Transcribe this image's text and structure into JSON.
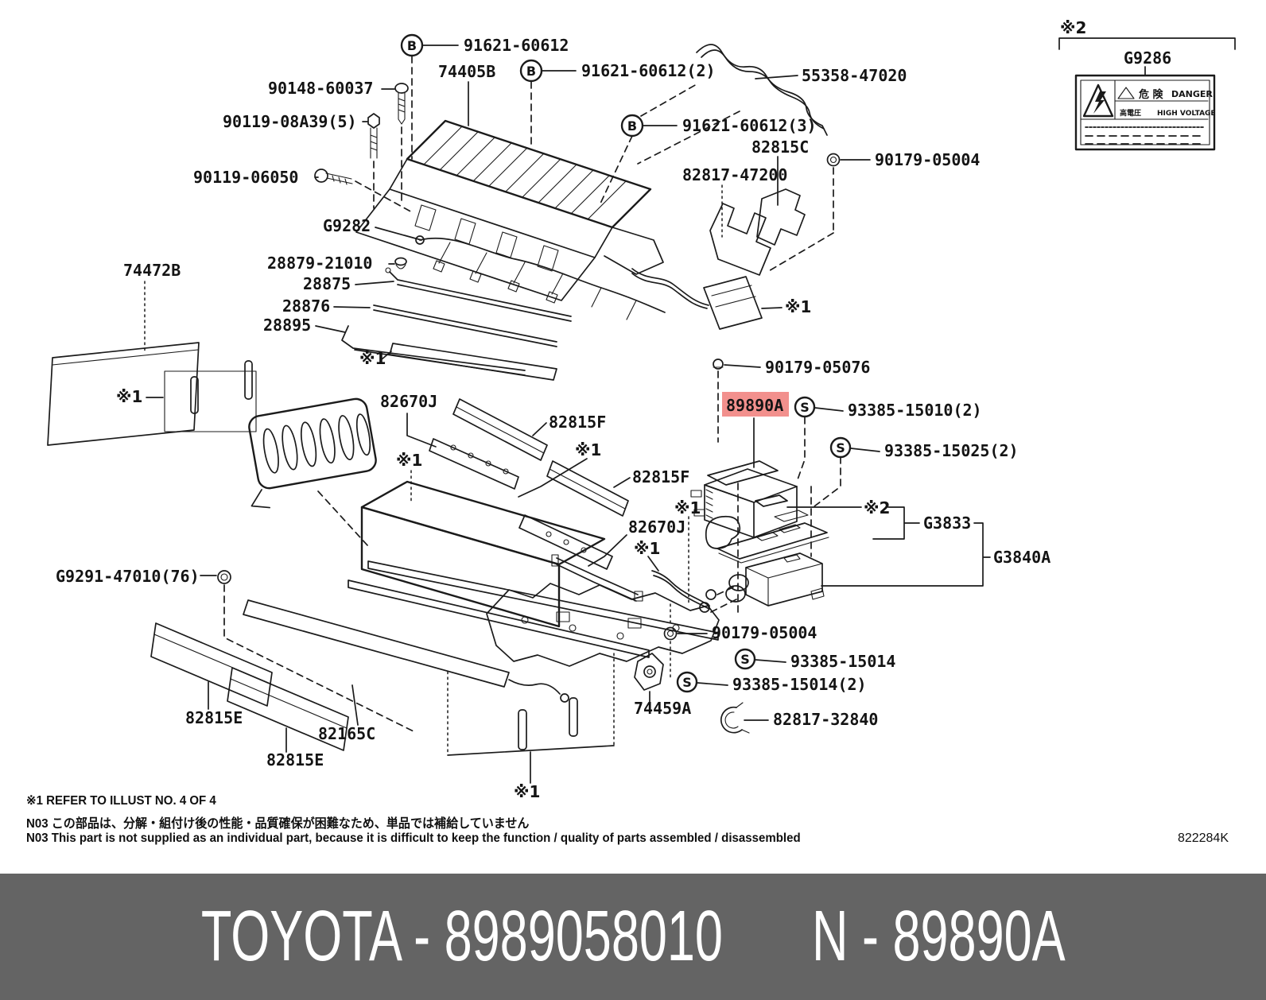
{
  "diagram": {
    "labels": {
      "part_91621_60612": "91621-60612",
      "part_74405b": "74405B",
      "part_91621_60612_2": "91621-60612(2)",
      "part_90148_60037": "90148-60037",
      "part_90119_08a39": "90119-08A39(5)",
      "part_91621_60612_3": "91621-60612(3)",
      "part_90119_06050": "90119-06050",
      "part_55358_47020": "55358-47020",
      "part_82815c": "82815C",
      "part_82817_47200": "82817-47200",
      "part_90179_05004_top": "90179-05004",
      "part_g9286": "G9286",
      "part_g9282": "G9282",
      "part_28879_21010": "28879-21010",
      "part_28875": "28875",
      "part_28876": "28876",
      "part_28895": "28895",
      "part_74472b": "74472B",
      "part_82670j_upper": "82670J",
      "part_82815f_upper": "82815F",
      "part_82815f_lower": "82815F",
      "part_82670j_lower": "82670J",
      "part_90179_05076": "90179-05076",
      "part_89890a": "89890A",
      "part_93385_15010": "93385-15010(2)",
      "part_93385_15025": "93385-15025(2)",
      "part_g3833": "G3833",
      "part_g3840a": "G3840A",
      "part_g9291_47010": "G9291-47010(76)",
      "part_82815e_upper": "82815E",
      "part_82815e_lower": "82815E",
      "part_82165c": "82165C",
      "part_90179_05004_bottom": "90179-05004",
      "part_93385_15014": "93385-15014",
      "part_93385_15014_2": "93385-15014(2)",
      "part_74459a": "74459A",
      "part_82817_32840": "82817-32840"
    },
    "markers": {
      "ref1": "※1",
      "ref2": "※2",
      "bolt": "B",
      "screw": "S"
    },
    "highlight": {
      "bg_color": "#f2908d",
      "text_color": "#8b1a1a"
    },
    "danger_label": {
      "warn_jp": "危 険",
      "warn_en": "DANGER",
      "volt_jp": "高電圧",
      "volt_en": "HIGH VOLTAGE"
    }
  },
  "footnotes": {
    "line1": "※1 REFER TO ILLUST NO. 4 OF 4",
    "line2": "N03  この部品は、分解・組付け後の性能・品質確保が困難なため、単品では補給していません",
    "line3": "N03 This part is not supplied as an individual part, because it is difficult to keep the function / quality of parts assembled / disassembled",
    "drawing_code": "822284K"
  },
  "footer": {
    "brand_part": "TOYOTA - 8989058010",
    "part_code": "N - 89890A",
    "bg_color": "#646464"
  }
}
